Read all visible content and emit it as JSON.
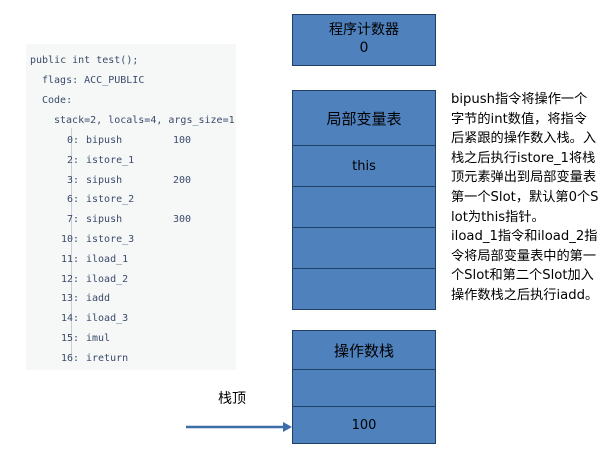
{
  "bytecode": {
    "signature": "public int test();",
    "flags": "flags: ACC_PUBLIC",
    "code_label": "Code:",
    "stack_info": "stack=2, locals=4, args_size=1",
    "instructions": [
      {
        "index": "0:",
        "op": "bipush",
        "operand": "100"
      },
      {
        "index": "2:",
        "op": "istore_1",
        "operand": ""
      },
      {
        "index": "3:",
        "op": "sipush",
        "operand": "200"
      },
      {
        "index": "6:",
        "op": "istore_2",
        "operand": ""
      },
      {
        "index": "7:",
        "op": "sipush",
        "operand": "300"
      },
      {
        "index": "10:",
        "op": "istore_3",
        "operand": ""
      },
      {
        "index": "11:",
        "op": "iload_1",
        "operand": ""
      },
      {
        "index": "12:",
        "op": "iload_2",
        "operand": ""
      },
      {
        "index": "13:",
        "op": "iadd",
        "operand": ""
      },
      {
        "index": "14:",
        "op": "iload_3",
        "operand": ""
      },
      {
        "index": "15:",
        "op": "imul",
        "operand": ""
      },
      {
        "index": "16:",
        "op": "ireturn",
        "operand": ""
      }
    ]
  },
  "program_counter": {
    "title": "程序计数器",
    "value": "0"
  },
  "local_variable_table": {
    "title": "局部变量表",
    "slots": [
      "this",
      "",
      "",
      ""
    ]
  },
  "operand_stack": {
    "title": "操作数栈",
    "slots": [
      "",
      "100"
    ]
  },
  "stack_top_label": "栈顶",
  "description": [
    "bipush指令将操作一个字节的int数值，将指令后紧跟的操作数入栈。入栈之后执行istore_1将栈顶元素弹出到局部变量表第一个Slot，默认第0个Slot为this指针。",
    "iload_1指令和iload_2指令将局部变量表中的第一个Slot和第二个Slot加入操作数栈之后执行iadd。"
  ],
  "colors": {
    "box_fill": "#4f81bd",
    "box_border": "#1f3f66",
    "arrow": "#3e6ea8",
    "code_text": "#3b4a6b",
    "panel_bg": "#f6f8f7"
  }
}
